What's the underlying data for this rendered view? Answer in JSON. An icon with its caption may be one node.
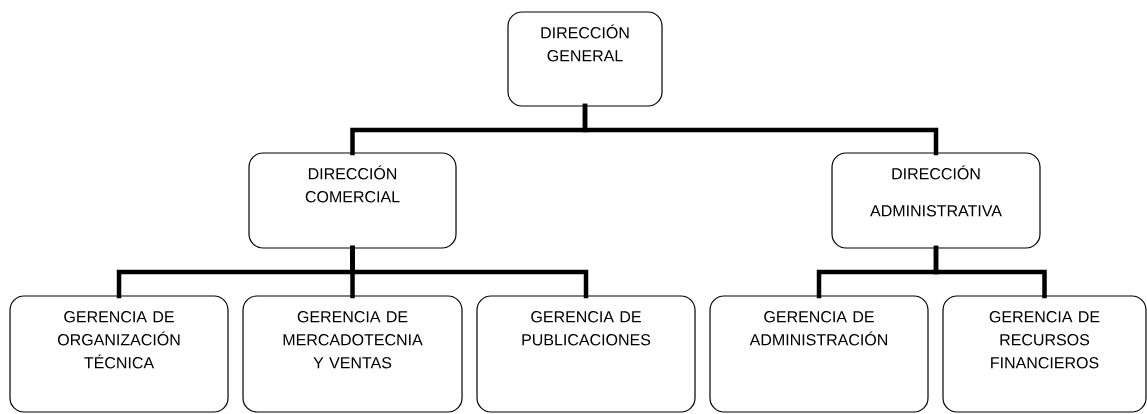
{
  "diagram": {
    "nodes": [
      {
        "text": [
          "DIRECCIÓN GENERAL"
        ]
      },
      {
        "text": [
          "DIRECCIÓN COMERCIAL"
        ]
      },
      {
        "text": [
          "DIRECCIÓN",
          "ADMINISTRATIVA"
        ]
      },
      {
        "text": [
          "GERENCIA DE ORGANIZACIÓN TÉCNICA"
        ]
      },
      {
        "text": [
          "GERENCIA DE MERCADOTECNIA Y VENTAS"
        ]
      },
      {
        "text": [
          "GERENCIA DE PUBLICACIONES"
        ]
      },
      {
        "text": [
          "GERENCIA DE ADMINISTRACIÓN"
        ]
      },
      {
        "text": [
          "GERENCIA DE RECURSOS FINANCIEROS"
        ]
      }
    ],
    "edges": [
      {
        "from": 0,
        "to": 1,
        "arrow": "none"
      },
      {
        "from": 0,
        "to": 2,
        "arrow": "none"
      },
      {
        "from": 1,
        "to": 3,
        "arrow": "none"
      },
      {
        "from": 1,
        "to": 4,
        "arrow": "none"
      },
      {
        "from": 1,
        "to": 5,
        "arrow": "none"
      },
      {
        "from": 2,
        "to": 6,
        "arrow": "none"
      },
      {
        "from": 2,
        "to": 7,
        "arrow": "none"
      }
    ]
  }
}
